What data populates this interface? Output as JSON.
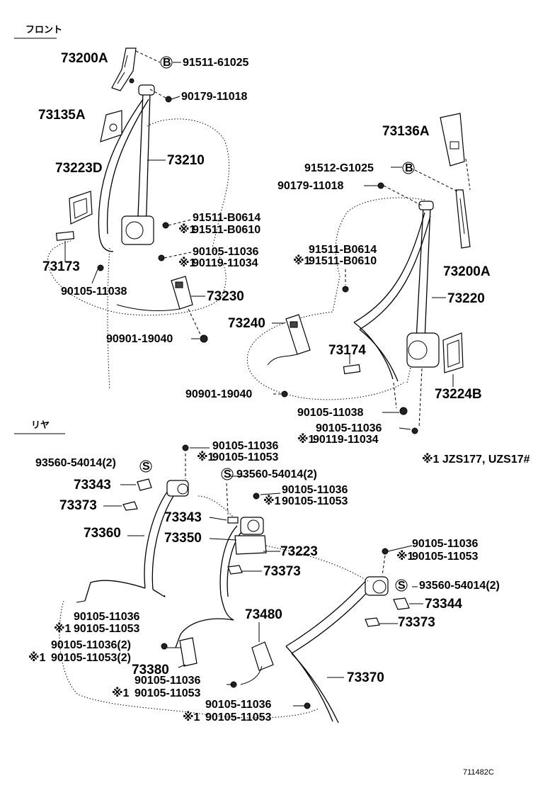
{
  "sections": {
    "front": "フロント",
    "rear": "リヤ"
  },
  "symbols": {
    "b": "B",
    "s": "S",
    "note_mark": "※1"
  },
  "note": "※1 JZS177, UZS17#",
  "figure_id": "711482C",
  "front": {
    "part_73200A_left": "73200A",
    "bolt_b_left": "91511-61025",
    "nut_top_left": "90179-11018",
    "part_73135A": "73135A",
    "part_73210": "73210",
    "part_73223D": "73223D",
    "bolt_left_a": "91511-B0614",
    "bolt_left_b": "91511-B0610",
    "bolt_left_c": "90105-11036",
    "bolt_left_d": "90119-11034",
    "part_73173": "73173",
    "bolt_73173": "90105-11038",
    "part_73230": "73230",
    "connector_left": "90901-19040",
    "part_73136A": "73136A",
    "bolt_b_right": "91512-G1025",
    "nut_top_right": "90179-11018",
    "bolt_right_a": "91511-B0614",
    "bolt_right_b": "91511-B0610",
    "part_73200A_right": "73200A",
    "part_73220": "73220",
    "part_73240": "73240",
    "part_73174": "73174",
    "part_73224B": "73224B",
    "connector_right": "90901-19040",
    "bolt_right_c": "90105-11038",
    "bolt_right_d": "90105-11036",
    "bolt_right_e": "90119-11034"
  },
  "rear": {
    "clip_left": "93560-54014(2)",
    "part_73343_left": "73343",
    "part_73373_left": "73373",
    "part_73360": "73360",
    "bolt_left_top_a": "90105-11036",
    "bolt_left_top_b": "90105-11053",
    "clip_center": "93560-54014(2)",
    "bolt_center_a": "90105-11036",
    "bolt_center_b": "90105-11053",
    "part_73343_center": "73343",
    "part_73350": "73350",
    "part_73223": "73223",
    "part_73373_center": "73373",
    "bolt_right_top_a": "90105-11036",
    "bolt_right_top_b": "90105-11053",
    "clip_right": "93560-54014(2)",
    "part_73344": "73344",
    "part_73373_right": "73373",
    "bolt_left_low_a": "90105-11036",
    "bolt_left_low_b": "90105-11053",
    "part_73480": "73480",
    "bolt_buckle_a": "90105-11036(2)",
    "bolt_buckle_b": "90105-11053(2)",
    "part_73380": "73380",
    "part_73370": "73370",
    "bolt_bottom_a": "90105-11036",
    "bolt_bottom_b": "90105-11053",
    "bolt_bottom2_a": "90105-11036",
    "bolt_bottom2_b": "90105-11053"
  }
}
